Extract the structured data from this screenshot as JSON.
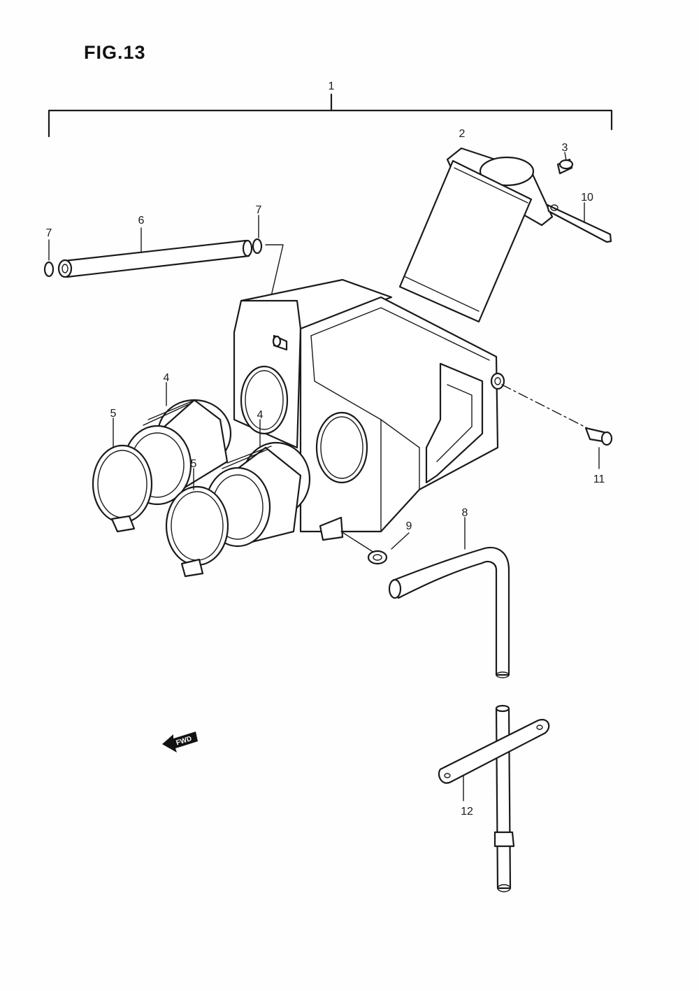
{
  "figure": {
    "title": "FIG.13"
  },
  "callouts": [
    {
      "id": "c1",
      "text": "1"
    },
    {
      "id": "c2",
      "text": "2"
    },
    {
      "id": "c3",
      "text": "3"
    },
    {
      "id": "c4a",
      "text": "4"
    },
    {
      "id": "c4b",
      "text": "4"
    },
    {
      "id": "c5a",
      "text": "5"
    },
    {
      "id": "c5b",
      "text": "5"
    },
    {
      "id": "c6",
      "text": "6"
    },
    {
      "id": "c7a",
      "text": "7"
    },
    {
      "id": "c7b",
      "text": "7"
    },
    {
      "id": "c8",
      "text": "8"
    },
    {
      "id": "c9",
      "text": "9"
    },
    {
      "id": "c10",
      "text": "10"
    },
    {
      "id": "c11",
      "text": "11"
    },
    {
      "id": "c12",
      "text": "12"
    }
  ],
  "fwd_badge": {
    "text": "FWD"
  }
}
